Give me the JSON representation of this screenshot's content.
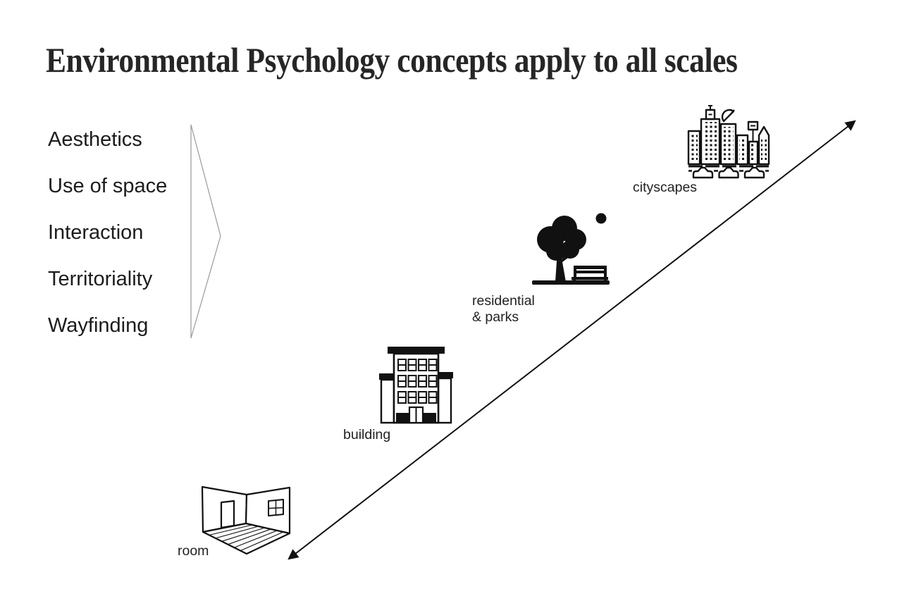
{
  "slide": {
    "title": "Environmental Psychology concepts apply to all scales",
    "concepts": [
      "Aesthetics",
      "Use of space",
      "Interaction",
      "Territoriality",
      "Wayfinding"
    ],
    "scales": [
      {
        "label": "room",
        "icon": "room-icon"
      },
      {
        "label": "building",
        "icon": "building-icon"
      },
      {
        "label": "residential\n& parks",
        "icon": "park-icon"
      },
      {
        "label": "cityscapes",
        "icon": "cityscape-icon"
      }
    ],
    "colors": {
      "background": "#ffffff",
      "title_text": "#262626",
      "body_text": "#1c1c1c",
      "icon": "#111111",
      "bracket": "#9a9a9a"
    }
  }
}
